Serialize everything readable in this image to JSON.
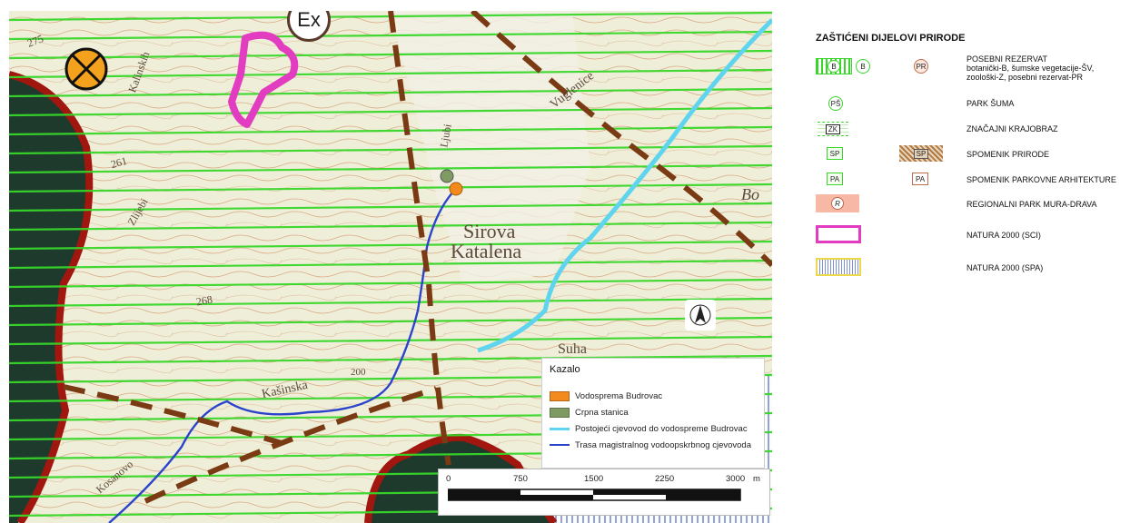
{
  "map": {
    "badge": "Ex",
    "place_labels": [
      "Sirova",
      "Katalena",
      "Vuglenice",
      "Suha",
      "Bo",
      "Zlijebi",
      "Kalinskih",
      "Ljubi",
      "Kašinska",
      "Kosanovo"
    ],
    "spot_heights": [
      "275",
      "261",
      "268",
      "200"
    ],
    "colors": {
      "hatch": "#38d629",
      "border_red": "#a1160e",
      "dash_brown": "#7a3b14",
      "existing_pipe": "#5fd4ee",
      "main_pipe": "#2a44cc",
      "natura_sci": "#e23cc0",
      "forest": "#1d3a2d"
    }
  },
  "kazalo": {
    "title": "Kazalo",
    "items": [
      {
        "label": "Vodosprema Budrovac",
        "color": "#f28a1e"
      },
      {
        "label": "Crpna stanica",
        "color": "#7f9a62"
      },
      {
        "label": "Postojeći cjevovod do vodospreme Budrovac",
        "color": "#5fd4ee"
      },
      {
        "label": "Trasa magistralnog vodoopskrbnog cjevovoda",
        "color": "#2a44cc"
      }
    ]
  },
  "scale": {
    "ticks": [
      "0",
      "750",
      "1500",
      "2250",
      "3000"
    ],
    "unit": "m"
  },
  "legend": {
    "title": "ZAŠTIĆENI DIJELOVI PRIRODE",
    "rows": [
      {
        "label": "POSEBNI REZERVAT",
        "sub": "botanički-B, šumske vegetacije-ŠV,",
        "sub2": "zoološki-Z, posebni rezervat-PR",
        "codes": [
          "B",
          "B",
          "PR"
        ]
      },
      {
        "label": "PARK ŠUMA",
        "codes": [
          "PŠ"
        ]
      },
      {
        "label": "ZNAČAJNI KRAJOBRAZ",
        "codes": [
          "ZK"
        ]
      },
      {
        "label": "SPOMENIK PRIRODE",
        "codes": [
          "SP",
          "SP"
        ]
      },
      {
        "label": "SPOMENIK PARKOVNE ARHITEKTURE",
        "codes": [
          "PA",
          "PA"
        ]
      },
      {
        "label": "REGIONALNI PARK MURA-DRAVA",
        "codes": [
          "R"
        ]
      },
      {
        "label": "NATURA 2000 (SCI)"
      },
      {
        "label": "NATURA 2000 (SPA)"
      }
    ]
  }
}
